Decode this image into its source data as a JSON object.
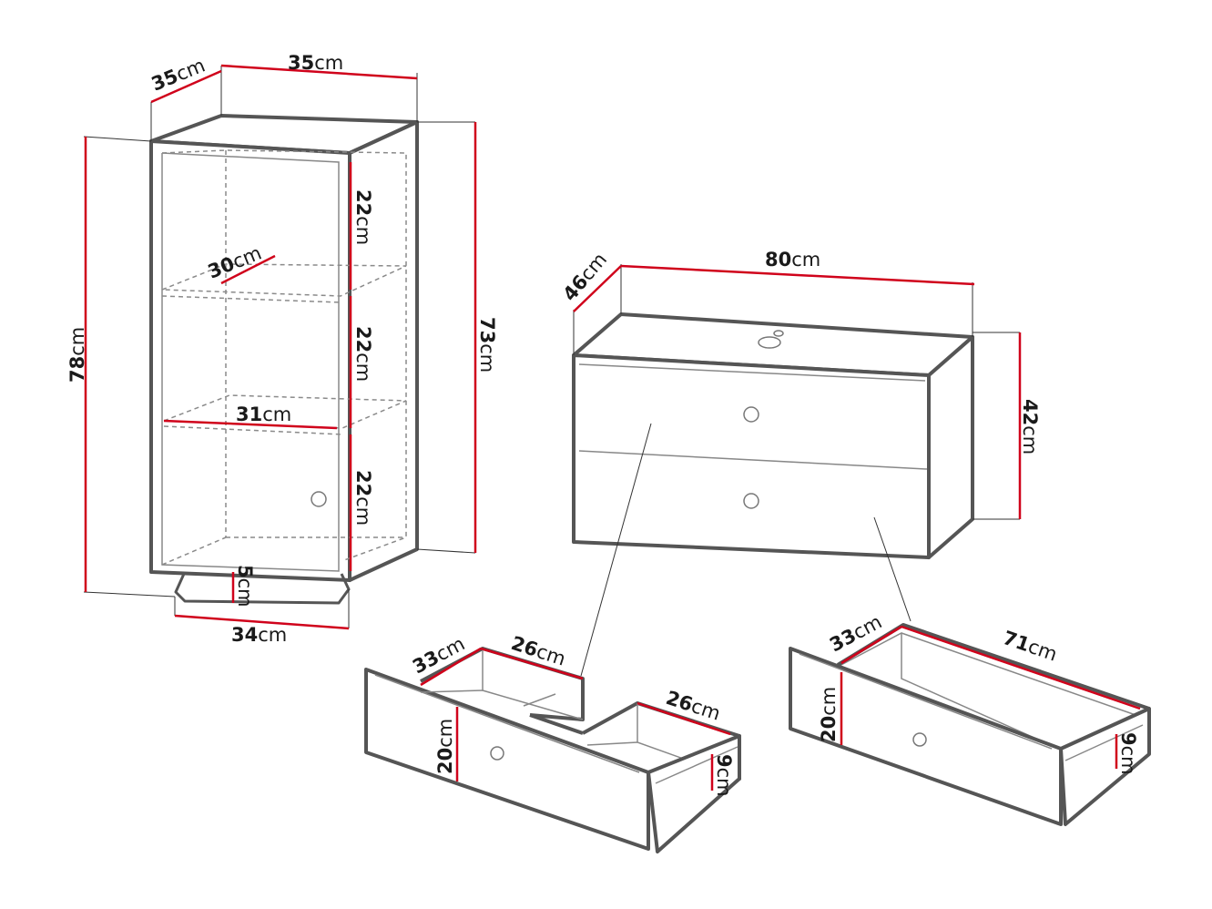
{
  "labels": {
    "cab_depth": {
      "num": "35",
      "unit": "cm"
    },
    "cab_width": {
      "num": "35",
      "unit": "cm"
    },
    "cab_height_total": {
      "num": "78",
      "unit": "cm"
    },
    "cab_height_body": {
      "num": "73",
      "unit": "cm"
    },
    "shelf_h1": {
      "num": "22",
      "unit": "cm"
    },
    "shelf_h2": {
      "num": "22",
      "unit": "cm"
    },
    "shelf_h3": {
      "num": "22",
      "unit": "cm"
    },
    "shelf_depth": {
      "num": "30",
      "unit": "cm"
    },
    "shelf_width": {
      "num": "31",
      "unit": "cm"
    },
    "towel_bar_gap": {
      "num": "5",
      "unit": "cm"
    },
    "towel_bar_width": {
      "num": "34",
      "unit": "cm"
    },
    "vanity_depth": {
      "num": "46",
      "unit": "cm"
    },
    "vanity_width": {
      "num": "80",
      "unit": "cm"
    },
    "vanity_height": {
      "num": "42",
      "unit": "cm"
    },
    "d1_depth": {
      "num": "33",
      "unit": "cm"
    },
    "d1_left_width": {
      "num": "26",
      "unit": "cm"
    },
    "d1_right_width": {
      "num": "26",
      "unit": "cm"
    },
    "d1_front_height": {
      "num": "20",
      "unit": "cm"
    },
    "d1_side_height": {
      "num": "9",
      "unit": "cm"
    },
    "d2_depth": {
      "num": "33",
      "unit": "cm"
    },
    "d2_width": {
      "num": "71",
      "unit": "cm"
    },
    "d2_front_height": {
      "num": "20",
      "unit": "cm"
    },
    "d2_side_height": {
      "num": "9",
      "unit": "cm"
    }
  },
  "colors": {
    "dimension_line": "#d0021b",
    "outline": "#555555"
  }
}
